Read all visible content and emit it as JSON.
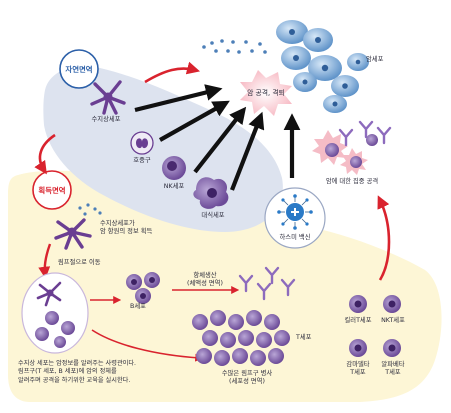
{
  "badges": {
    "innate": "자연면역",
    "acquired": "획득면역"
  },
  "labels": {
    "dendritic_cell": "수지상세포",
    "neutrophil": "호중구",
    "nk_cell": "NK세포",
    "macrophage": "대식세포",
    "cancer_cell": "암세포",
    "cancer_attack": "암 공격, 격퇴",
    "concentrated_attack": "암에 대한 집중 공격",
    "hasumi_vaccine": "하스미 백신",
    "dendritic_acquire_l1": "수지상세포가",
    "dendritic_acquire_l2": "암 항원의 정보 획득",
    "lymph_move": "림프절으로 이동",
    "antibody_l1": "항체생산",
    "antibody_l2": "(체액성 면역)",
    "b_cell": "B세포",
    "t_cell": "T세포",
    "killer_t": "킬러T세포",
    "nkt_cell": "NKT세포",
    "gamma_delta_l1": "감마델타",
    "gamma_delta_l2": "T세포",
    "alpha_beta_l1": "알파베타",
    "alpha_beta_l2": "T세포",
    "lymph_prolif_l1": "수많은 림프구 병사",
    "lymph_prolif_l2": "(세포성 면역)",
    "explain_l1": "수지상 세포는 암정보를 알려주는 사령관이다.",
    "explain_l2": "림프구(T 세포, B 세포)에 암의 정체를",
    "explain_l3": "알려주며 공격을 하기위한 교육을 실시한다."
  },
  "colors": {
    "innate_bg": "#dde3ef",
    "acquired_bg": "#fdf6d6",
    "red_arrow": "#d9232e",
    "badge_innate": "#2b5fa8",
    "badge_acquired": "#d9232e",
    "cell_purple": "#6a3e92",
    "cancer_blue": "#5f93c9",
    "burst_pink": "#f8c2ca",
    "antibody_purple": "#8d6bbd"
  }
}
